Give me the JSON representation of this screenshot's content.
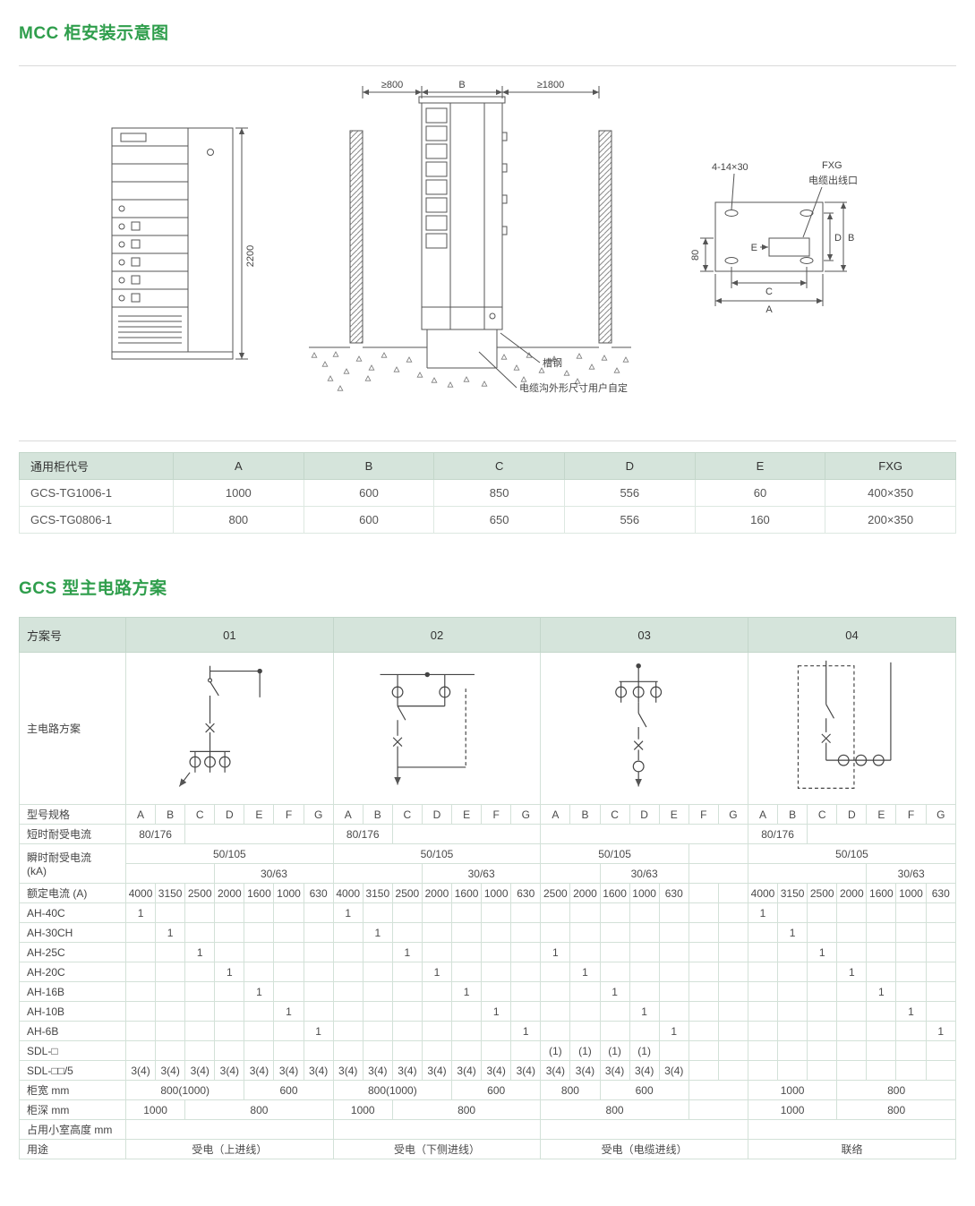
{
  "titles": {
    "mcc": "MCC 柜安装示意图",
    "gcs": "GCS 型主电路方案"
  },
  "drawings": {
    "front": {
      "height": "2200"
    },
    "side": {
      "dim_left": "≥800",
      "dim_mid": "B",
      "dim_right": "≥1800",
      "channel_label": "槽钢",
      "trench_label": "电缆沟外形尺寸用户自定"
    },
    "plan": {
      "holes_label": "4-14×30",
      "fxg_label": "FXG",
      "outlet_label": "电缆出线口",
      "dim_e": "E",
      "dim_d": "D",
      "dim_b": "B",
      "dim_80": "80",
      "dim_c": "C",
      "dim_a": "A"
    }
  },
  "cabinet_table": {
    "headers": [
      "通用柜代号",
      "A",
      "B",
      "C",
      "D",
      "E",
      "FXG"
    ],
    "rows": [
      [
        "GCS-TG1006-1",
        "1000",
        "600",
        "850",
        "556",
        "60",
        "400×350"
      ],
      [
        "GCS-TG0806-1",
        "800",
        "600",
        "650",
        "556",
        "160",
        "200×350"
      ]
    ]
  },
  "scheme_table": {
    "corner_label": "方案号",
    "schemes": [
      "01",
      "02",
      "03",
      "04"
    ],
    "diagram_row_label": "主电路方案",
    "rows": [
      {
        "name": "spec",
        "label": "型号规格",
        "cells": [
          "A",
          "B",
          "C",
          "D",
          "E",
          "F",
          "G",
          "A",
          "B",
          "C",
          "D",
          "E",
          "F",
          "G",
          "A",
          "B",
          "C",
          "D",
          "E",
          "F",
          "G",
          "A",
          "B",
          "C",
          "D",
          "E",
          "F",
          "G"
        ]
      },
      {
        "name": "short-time-current",
        "label": "短时耐受电流",
        "cells": [
          {
            "t": "80/176",
            "s": 2
          },
          {
            "t": "",
            "s": 5
          },
          {
            "t": "80/176",
            "s": 2
          },
          {
            "t": "",
            "s": 5
          },
          {
            "t": "",
            "s": 7
          },
          {
            "t": "80/176",
            "s": 2
          },
          {
            "t": "",
            "s": 5
          }
        ]
      },
      {
        "name": "instant-current-1",
        "label": "瞬时耐受电流\n(kA)",
        "labelRowspan": 2,
        "cells": [
          {
            "t": "50/105",
            "s": 7
          },
          {
            "t": "50/105",
            "s": 7
          },
          {
            "t": "50/105",
            "s": 5
          },
          {
            "t": "",
            "s": 2
          },
          {
            "t": "50/105",
            "s": 7
          }
        ]
      },
      {
        "name": "instant-current-2",
        "label": null,
        "cells": [
          {
            "t": "",
            "s": 3
          },
          {
            "t": "30/63",
            "s": 4
          },
          {
            "t": "",
            "s": 3
          },
          {
            "t": "30/63",
            "s": 4
          },
          {
            "t": "",
            "s": 2
          },
          {
            "t": "30/63",
            "s": 3
          },
          {
            "t": "",
            "s": 2
          },
          {
            "t": "",
            "s": 4
          },
          {
            "t": "30/63",
            "s": 3
          }
        ]
      },
      {
        "name": "rated-current",
        "label": "额定电流 (A)",
        "cells": [
          "4000",
          "3150",
          "2500",
          "2000",
          "1600",
          "1000",
          "630",
          "4000",
          "3150",
          "2500",
          "2000",
          "1600",
          "1000",
          "630",
          "2500",
          "2000",
          "1600",
          "1000",
          "630",
          "",
          "",
          "4000",
          "3150",
          "2500",
          "2000",
          "1600",
          "1000",
          "630"
        ]
      },
      {
        "name": "ah-40c",
        "label": "AH-40C",
        "cells": [
          "1",
          "",
          "",
          "",
          "",
          "",
          "",
          "1",
          "",
          "",
          "",
          "",
          "",
          "",
          "",
          "",
          "",
          "",
          "",
          "",
          "",
          "1",
          "",
          "",
          "",
          "",
          "",
          ""
        ]
      },
      {
        "name": "ah-30ch",
        "label": "AH-30CH",
        "cells": [
          "",
          "1",
          "",
          "",
          "",
          "",
          "",
          "",
          "1",
          "",
          "",
          "",
          "",
          "",
          "",
          "",
          "",
          "",
          "",
          "",
          "",
          "",
          "1",
          "",
          "",
          "",
          "",
          ""
        ]
      },
      {
        "name": "ah-25c",
        "label": "AH-25C",
        "cells": [
          "",
          "",
          "1",
          "",
          "",
          "",
          "",
          "",
          "",
          "1",
          "",
          "",
          "",
          "",
          "1",
          "",
          "",
          "",
          "",
          "",
          "",
          "",
          "",
          "1",
          "",
          "",
          "",
          ""
        ]
      },
      {
        "name": "ah-20c",
        "label": "AH-20C",
        "cells": [
          "",
          "",
          "",
          "1",
          "",
          "",
          "",
          "",
          "",
          "",
          "1",
          "",
          "",
          "",
          "",
          "1",
          "",
          "",
          "",
          "",
          "",
          "",
          "",
          "",
          "1",
          "",
          "",
          ""
        ]
      },
      {
        "name": "ah-16b",
        "label": "AH-16B",
        "cells": [
          "",
          "",
          "",
          "",
          "1",
          "",
          "",
          "",
          "",
          "",
          "",
          "1",
          "",
          "",
          "",
          "",
          "1",
          "",
          "",
          "",
          "",
          "",
          "",
          "",
          "",
          "1",
          "",
          ""
        ]
      },
      {
        "name": "ah-10b",
        "label": "AH-10B",
        "cells": [
          "",
          "",
          "",
          "",
          "",
          "1",
          "",
          "",
          "",
          "",
          "",
          "",
          "1",
          "",
          "",
          "",
          "",
          "1",
          "",
          "",
          "",
          "",
          "",
          "",
          "",
          "",
          "1",
          ""
        ]
      },
      {
        "name": "ah-6b",
        "label": "AH-6B",
        "cells": [
          "",
          "",
          "",
          "",
          "",
          "",
          "1",
          "",
          "",
          "",
          "",
          "",
          "",
          "1",
          "",
          "",
          "",
          "",
          "1",
          "",
          "",
          "",
          "",
          "",
          "",
          "",
          "",
          "1"
        ]
      },
      {
        "name": "sdl",
        "label": "SDL-□",
        "cells": [
          "",
          "",
          "",
          "",
          "",
          "",
          "",
          "",
          "",
          "",
          "",
          "",
          "",
          "",
          "(1)",
          "(1)",
          "(1)",
          "(1)",
          "",
          "",
          "",
          "",
          "",
          "",
          "",
          "",
          "",
          ""
        ]
      },
      {
        "name": "sdl-5",
        "label": "SDL-□□/5",
        "cells": [
          "3(4)",
          "3(4)",
          "3(4)",
          "3(4)",
          "3(4)",
          "3(4)",
          "3(4)",
          "3(4)",
          "3(4)",
          "3(4)",
          "3(4)",
          "3(4)",
          "3(4)",
          "3(4)",
          "3(4)",
          "3(4)",
          "3(4)",
          "3(4)",
          "3(4)",
          "",
          "",
          "",
          "",
          "",
          "",
          "",
          "",
          ""
        ]
      },
      {
        "name": "width",
        "label": "柜宽 mm",
        "cells": [
          {
            "t": "800(1000)",
            "s": 4
          },
          {
            "t": "600",
            "s": 3
          },
          {
            "t": "800(1000)",
            "s": 4
          },
          {
            "t": "600",
            "s": 3
          },
          {
            "t": "800",
            "s": 2
          },
          {
            "t": "600",
            "s": 3
          },
          {
            "t": "",
            "s": 2
          },
          {
            "t": "1000",
            "s": 3
          },
          {
            "t": "800",
            "s": 4
          }
        ]
      },
      {
        "name": "depth",
        "label": "柜深 mm",
        "cells": [
          {
            "t": "1000",
            "s": 2
          },
          {
            "t": "800",
            "s": 5
          },
          {
            "t": "1000",
            "s": 2
          },
          {
            "t": "800",
            "s": 5
          },
          {
            "t": "800",
            "s": 5
          },
          {
            "t": "",
            "s": 2
          },
          {
            "t": "1000",
            "s": 3
          },
          {
            "t": "800",
            "s": 4
          }
        ]
      },
      {
        "name": "compartment-height",
        "label": "占用小室高度 mm",
        "cells": [
          {
            "t": "",
            "s": 7
          },
          {
            "t": "",
            "s": 7
          },
          {
            "t": "",
            "s": 7
          },
          {
            "t": "",
            "s": 7
          }
        ]
      },
      {
        "name": "usage",
        "label": "用途",
        "cells": [
          {
            "t": "受电（上进线）",
            "s": 7
          },
          {
            "t": "受电（下侧进线）",
            "s": 7
          },
          {
            "t": "受电（电缆进线）",
            "s": 7
          },
          {
            "t": "联络",
            "s": 7
          }
        ]
      }
    ]
  }
}
